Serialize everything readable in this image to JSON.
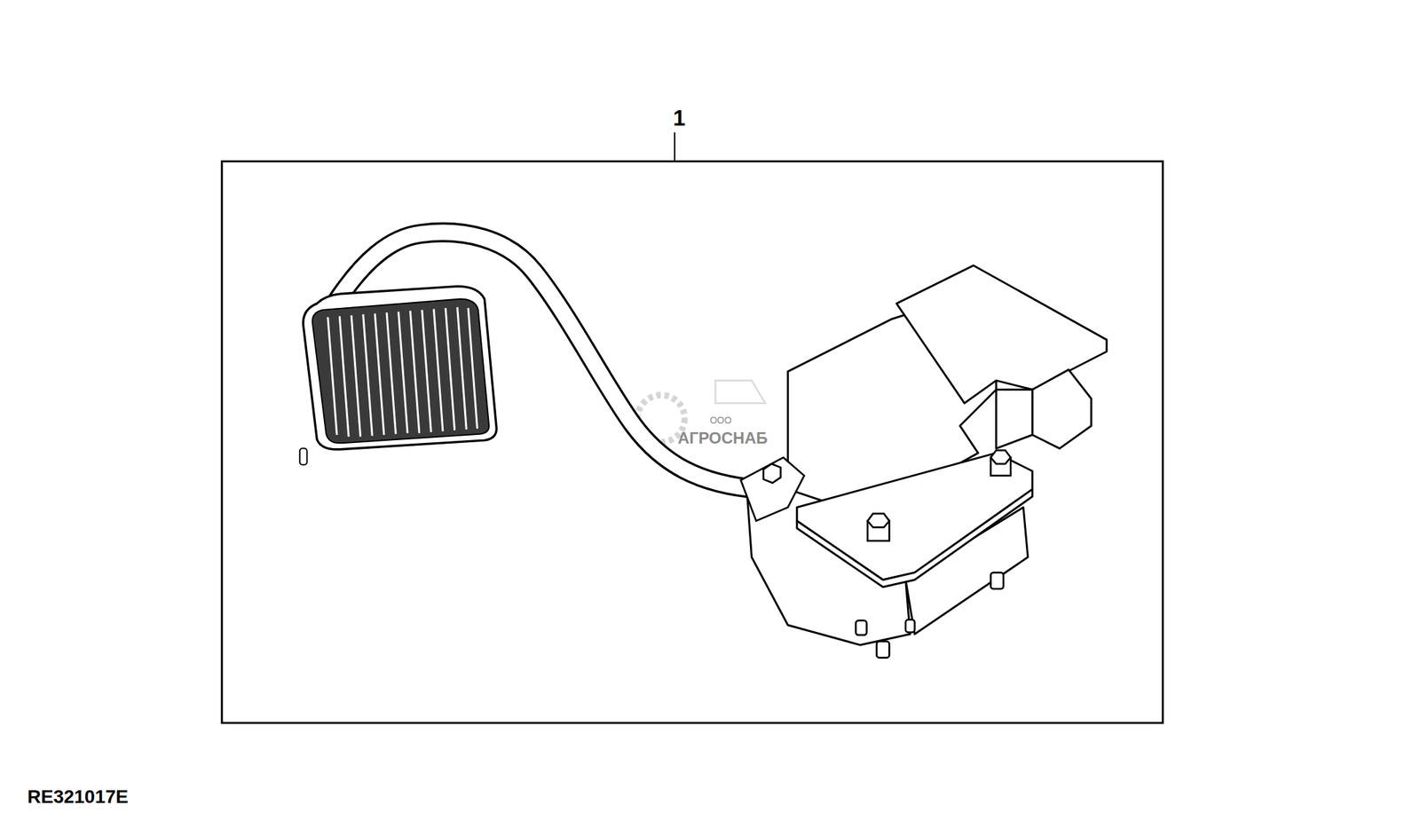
{
  "diagram": {
    "labels": [
      "1",
      "ООО",
      "АГРОСНАБ",
      "RE321017E"
    ]
  }
}
